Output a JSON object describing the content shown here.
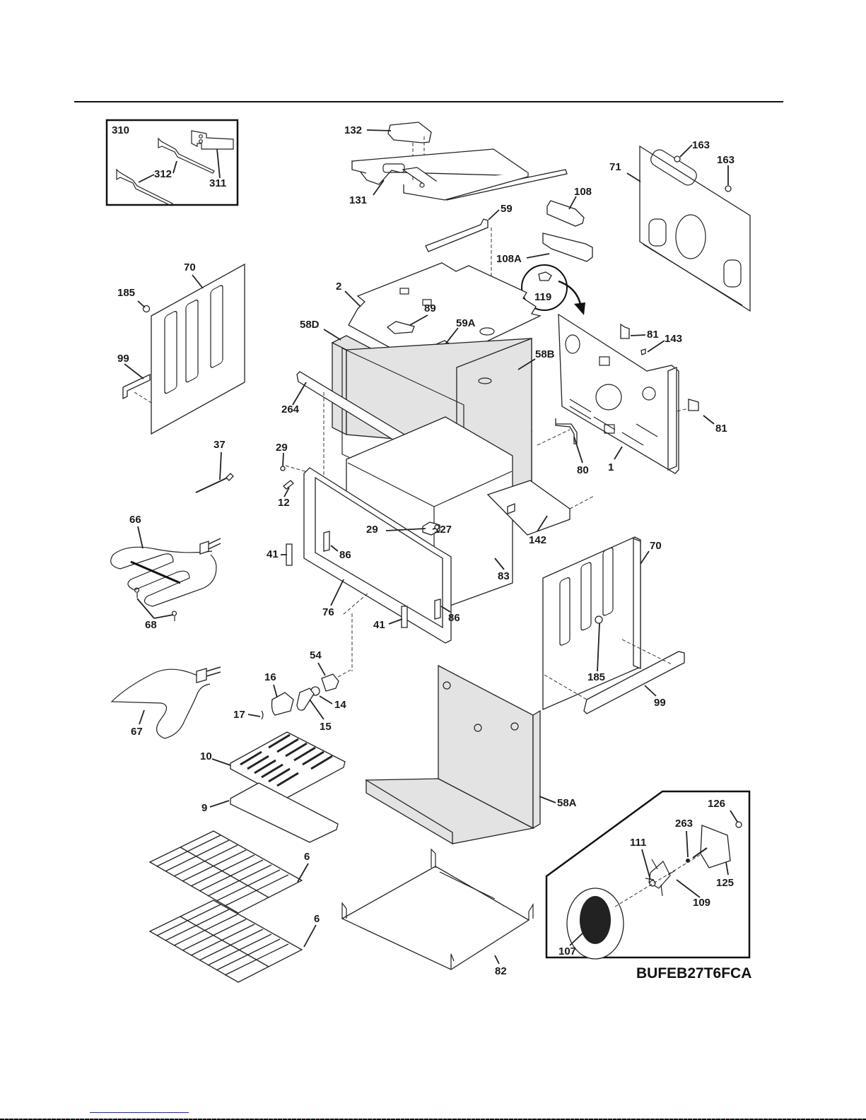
{
  "document": {
    "type": "exploded parts diagram",
    "subject": "Wall oven body assembly",
    "model_code": "BUFEB27T6FCA"
  },
  "inset_rack_support": {
    "labels": [
      "310",
      "312",
      "311"
    ]
  },
  "inset_convection_fan": {
    "labels": [
      "126",
      "263",
      "111",
      "125",
      "109",
      "107"
    ]
  },
  "part_labels": {
    "p132": "132",
    "p131": "131",
    "p59": "59",
    "p163a": "163",
    "p163b": "163",
    "p71": "71",
    "p108": "108",
    "p108A": "108A",
    "p119": "119",
    "p70a": "70",
    "p185a": "185",
    "p99a": "99",
    "p2": "2",
    "p89": "89",
    "p58D": "58D",
    "p59A": "59A",
    "p58B": "58B",
    "p81a": "81",
    "p143": "143",
    "p81b": "81",
    "p264": "264",
    "p37": "37",
    "p29a": "29",
    "p12": "12",
    "p80": "80",
    "p1": "1",
    "p66": "66",
    "p29b": "29",
    "p127": "127",
    "p142": "142",
    "p41a": "41",
    "p86a": "86",
    "p76": "76",
    "p83": "83",
    "p70b": "70",
    "p68": "68",
    "p41b": "41",
    "p86b": "86",
    "p185b": "185",
    "p54": "54",
    "p16": "16",
    "p14": "14",
    "p17": "17",
    "p15": "15",
    "p67": "67",
    "p99b": "99",
    "p10": "10",
    "p9": "9",
    "p58A": "58A",
    "p6a": "6",
    "p6b": "6",
    "p82": "82",
    "p310": "310",
    "p312": "312",
    "p311": "311",
    "p126": "126",
    "p263": "263",
    "p111": "111",
    "p125": "125",
    "p109": "109",
    "p107": "107"
  },
  "colors": {
    "line": "#222222",
    "insulation_fill": "#e3e3e3",
    "footer_link": "#1a1aee"
  }
}
